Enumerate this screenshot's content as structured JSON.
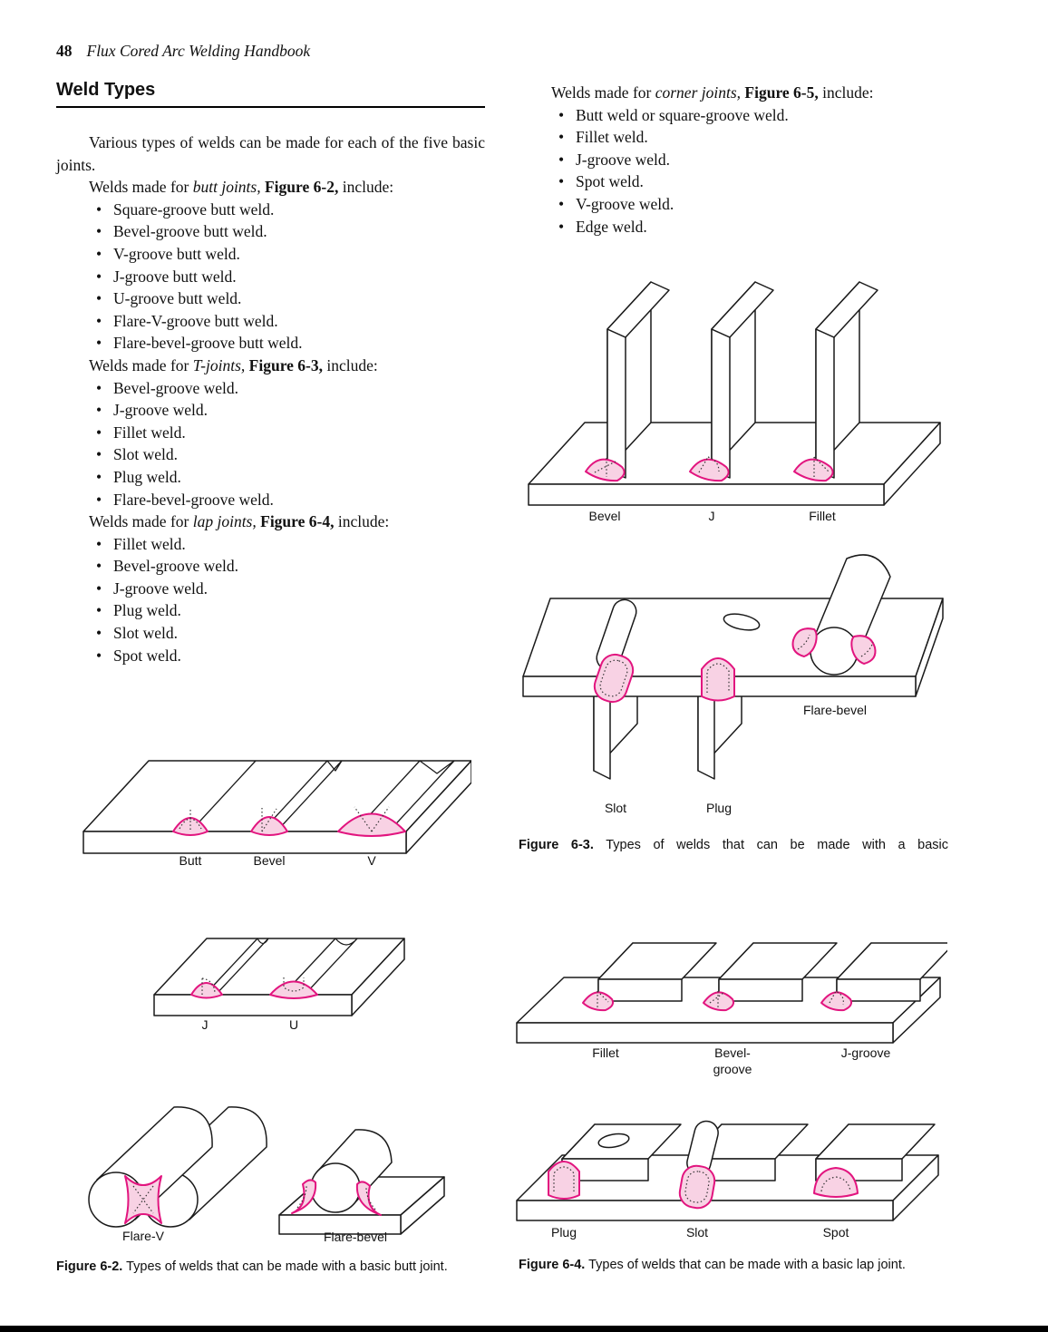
{
  "header": {
    "page_number": "48",
    "book_title": "Flux Cored Arc Welding Handbook"
  },
  "article": {
    "heading": "Weld Types",
    "intro": "Various types of welds can be made for each of the five basic joints.",
    "butt": {
      "lead_pre": "Welds made for ",
      "lead_italic": "butt joints,",
      "lead_bold": " Figure 6-2,",
      "lead_post": " include:",
      "items": [
        "Square-groove butt weld.",
        "Bevel-groove butt weld.",
        "V-groove butt weld.",
        "J-groove butt weld.",
        "U-groove butt weld.",
        "Flare-V-groove butt weld.",
        "Flare-bevel-groove butt weld."
      ]
    },
    "tee": {
      "lead_pre": "Welds made for ",
      "lead_italic": "T-joints,",
      "lead_bold": " Figure 6-3,",
      "lead_post": " include:",
      "items": [
        "Bevel-groove weld.",
        "J-groove weld.",
        "Fillet weld.",
        "Slot weld.",
        "Plug weld.",
        "Flare-bevel-groove weld."
      ]
    },
    "lap": {
      "lead_pre": "Welds made for ",
      "lead_italic": "lap joints,",
      "lead_bold": " Figure 6-4,",
      "lead_post": " include:",
      "items": [
        "Fillet weld.",
        "Bevel-groove weld.",
        "J-groove weld.",
        "Plug weld.",
        "Slot weld.",
        "Spot weld."
      ]
    },
    "corner": {
      "lead_pre": "Welds made for ",
      "lead_italic": "corner joints,",
      "lead_bold": " Figure 6-5,",
      "lead_post": " include:",
      "items": [
        "Butt weld or square-groove weld.",
        "Fillet weld.",
        "J-groove weld.",
        "Spot weld.",
        "V-groove weld.",
        "Edge weld."
      ]
    }
  },
  "figure_6_2": {
    "labels": {
      "butt": "Butt",
      "bevel": "Bevel",
      "v": "V",
      "j": "J",
      "u": "U",
      "flare_v": "Flare-V",
      "flare_bevel": "Flare-bevel"
    },
    "caption_label": "Figure 6-2.",
    "caption_text": " Types of welds that can be made with a basic butt joint."
  },
  "figure_6_3": {
    "labels": {
      "bevel": "Bevel",
      "j": "J",
      "fillet": "Fillet",
      "slot": "Slot",
      "plug": "Plug",
      "flare_bevel": "Flare-bevel"
    },
    "caption_label": "Figure 6-3.",
    "caption_text": " Types of welds that can be made with a basic"
  },
  "figure_6_4": {
    "labels": {
      "fillet": "Fillet",
      "bevel_groove_line1": "Bevel-",
      "bevel_groove_line2": "groove",
      "j_groove": "J-groove",
      "plug": "Plug",
      "slot": "Slot",
      "spot": "Spot"
    },
    "caption_label": "Figure 6-4.",
    "caption_text": " Types of welds that can be made with a basic lap joint."
  },
  "colors": {
    "weld_fill": "#f8d2e4",
    "weld_stroke": "#e2157f",
    "ink": "#111111"
  }
}
